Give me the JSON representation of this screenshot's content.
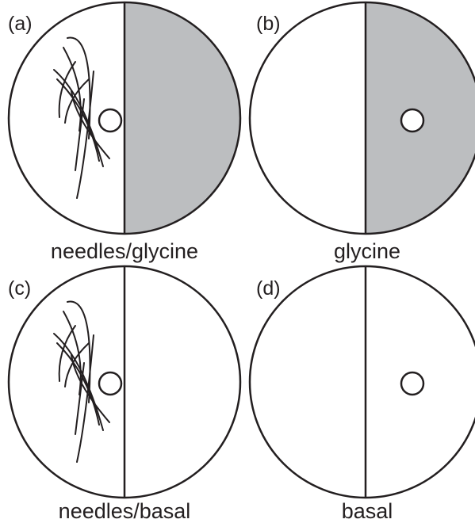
{
  "colors": {
    "line": "#231f20",
    "glycine_fill": "#bcbec0",
    "background": "#ffffff"
  },
  "panels": [
    {
      "label": "(a)",
      "caption": "needles/glycine",
      "needles": true,
      "glycine": true
    },
    {
      "label": "(b)",
      "caption": "glycine",
      "needles": false,
      "glycine": true
    },
    {
      "label": "(c)",
      "caption": "needles/basal",
      "needles": true,
      "glycine": false
    },
    {
      "label": "(d)",
      "caption": "basal",
      "needles": false,
      "glycine": false
    }
  ]
}
